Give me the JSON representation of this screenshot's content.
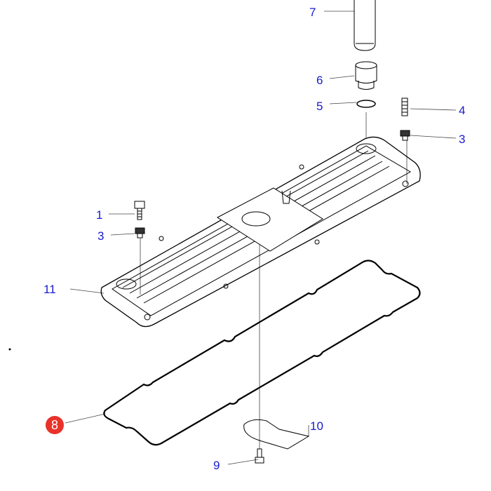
{
  "parts": [
    {
      "id": "part-7",
      "label": "7"
    },
    {
      "id": "part-6",
      "label": "6"
    },
    {
      "id": "part-5",
      "label": "5"
    },
    {
      "id": "part-4",
      "label": "4"
    },
    {
      "id": "part-3a",
      "label": "3"
    },
    {
      "id": "part-1",
      "label": "1"
    },
    {
      "id": "part-3b",
      "label": "3"
    },
    {
      "id": "part-11",
      "label": "11"
    },
    {
      "id": "part-8",
      "label": "8"
    },
    {
      "id": "part-10",
      "label": "10"
    },
    {
      "id": "part-9",
      "label": "9"
    }
  ],
  "colors": {
    "label": "#1a1ad0",
    "highlight": "#e8322a"
  }
}
